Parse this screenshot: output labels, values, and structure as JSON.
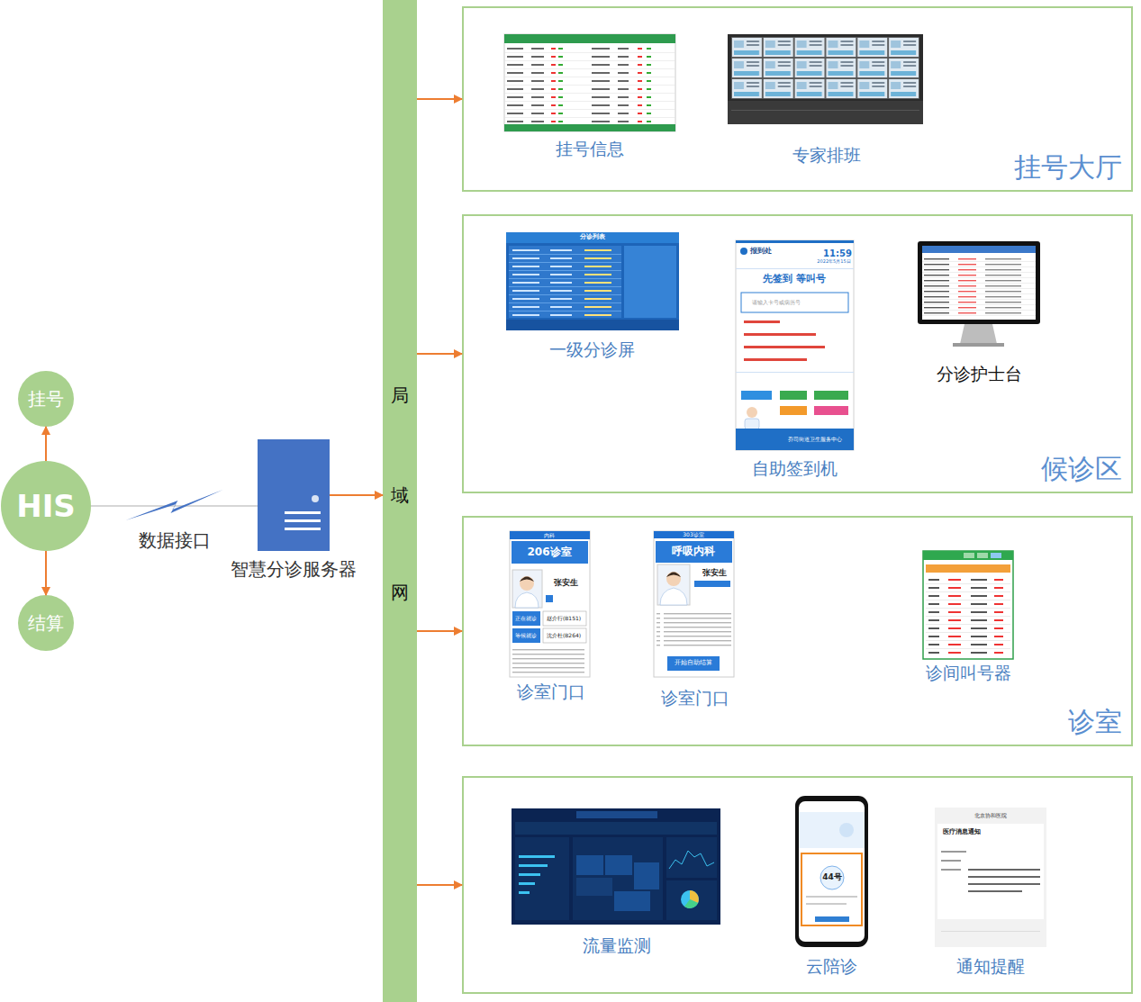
{
  "diagram": {
    "nodes": [
      {
        "text": [
          "挂号"
        ]
      },
      {
        "text": [
          "HIS"
        ]
      },
      {
        "text": [
          "结算"
        ]
      },
      {
        "text": [
          "智慧分诊服务器"
        ]
      },
      {
        "text": [
          "局域网"
        ]
      },
      {
        "text": [
          "挂号大厅"
        ]
      },
      {
        "text": [
          "挂号信息"
        ],
        "in": 5
      },
      {
        "text": [
          "专家排班"
        ],
        "in": 5
      },
      {
        "text": [
          "候诊区"
        ]
      },
      {
        "text": [
          "一级分诊屏"
        ],
        "in": 8
      },
      {
        "text": [
          "自助签到机"
        ],
        "in": 8
      },
      {
        "text": [
          "分诊护士台"
        ],
        "in": 8
      },
      {
        "text": [
          "诊室"
        ]
      },
      {
        "text": [
          "诊室门口"
        ],
        "in": 12
      },
      {
        "text": [
          "诊室门口"
        ],
        "in": 12
      },
      {
        "text": [
          "诊间叫号器"
        ],
        "in": 12
      },
      {
        "text": []
      },
      {
        "text": [
          "流量监测"
        ],
        "in": 16
      },
      {
        "text": [
          "云陪诊"
        ],
        "in": 16
      },
      {
        "text": [
          "通知提醒"
        ],
        "in": 16
      }
    ],
    "edges": [
      {
        "from": 1,
        "to": 0,
        "arrow": "to"
      },
      {
        "from": 1,
        "to": 2,
        "arrow": "to"
      },
      {
        "from": 1,
        "to": 3,
        "label": "数据接口",
        "arrow": "none"
      },
      {
        "from": 3,
        "to": 4,
        "arrow": "to"
      },
      {
        "from": 4,
        "to": 5,
        "arrow": "to"
      },
      {
        "from": 4,
        "to": 8,
        "arrow": "to"
      },
      {
        "from": 4,
        "to": 12,
        "arrow": "to"
      },
      {
        "from": 4,
        "to": 16,
        "arrow": "to"
      }
    ],
    "labels": [
      "分诊列表",
      "报到处",
      "11:59",
      "2022年5月15日",
      "先签到 等叫号",
      "请输入卡号或病历号",
      "乔司街道卫生服务中心",
      "内科",
      "206诊室",
      "张安生",
      "正在就诊",
      "赵介行(B151)",
      "等候就诊",
      "沈介杜(B264)",
      "303诊室",
      "呼吸内科",
      "张安生",
      "开始自助结算",
      "44号",
      "北京协和医院",
      "医疗消息通知"
    ]
  }
}
